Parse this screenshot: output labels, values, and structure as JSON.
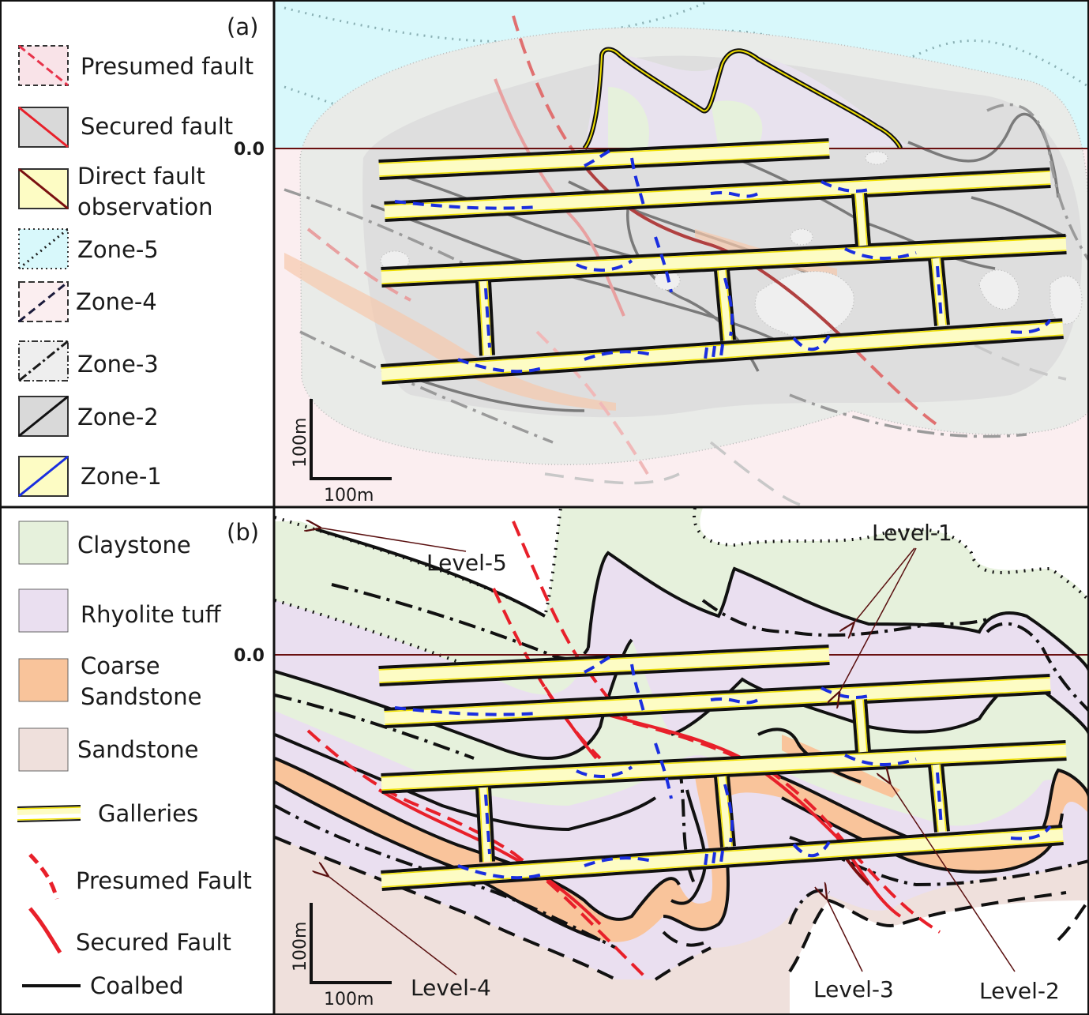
{
  "panel_a": {
    "tag": "(a)",
    "zero_label": "0.0",
    "scale_v": "100m",
    "scale_h": "100m",
    "legend": [
      {
        "key": "presumed-fault",
        "label": "Presumed fault",
        "fill": "#f9e3e8",
        "line": "#e8324a"
      },
      {
        "key": "secured-fault",
        "label": "Secured fault",
        "fill": "#d9d9d9",
        "line": "#e8202a"
      },
      {
        "key": "direct-fault",
        "label_line1": "Direct fault",
        "label_line2": "observation",
        "fill": "#fdfcc4",
        "line": "#7a1010"
      },
      {
        "key": "zone-5",
        "label": "Zone-5",
        "fill": "#d8f8fb",
        "line": "#1a1a1a"
      },
      {
        "key": "zone-4",
        "label": "Zone-4",
        "fill": "#fbeef0",
        "line": "#1a1a3a"
      },
      {
        "key": "zone-3",
        "label": "Zone-3",
        "fill": "#eeeeee",
        "line": "#1a1a1a"
      },
      {
        "key": "zone-2",
        "label": "Zone-2",
        "fill": "#d9d9d9",
        "line": "#111111"
      },
      {
        "key": "zone-1",
        "label": "Zone-1",
        "fill": "#fdfcc4",
        "line": "#1a2ee0"
      }
    ]
  },
  "panel_b": {
    "tag": "(b)",
    "zero_label": "0.0",
    "scale_v": "100m",
    "scale_h": "100m",
    "legend": [
      {
        "key": "claystone",
        "label": "Claystone",
        "fill": "#e6f1dc"
      },
      {
        "key": "rhyolite-tuff",
        "label": "Rhyolite tuff",
        "fill": "#eadff0"
      },
      {
        "key": "coarse-sandstone",
        "label_line1": "Coarse",
        "label_line2": "Sandstone",
        "fill": "#f9c49b"
      },
      {
        "key": "sandstone",
        "label": "Sandstone",
        "fill": "#efe0dc"
      },
      {
        "key": "galleries",
        "label": "Galleries"
      },
      {
        "key": "presumed-fault",
        "label": "Presumed Fault"
      },
      {
        "key": "secured-fault",
        "label": "Secured Fault"
      },
      {
        "key": "coalbed",
        "label": "Coalbed"
      }
    ],
    "annotations": {
      "level1": "Level-1",
      "level2": "Level-2",
      "level3": "Level-3",
      "level4": "Level-4",
      "level5": "Level-5"
    }
  },
  "colors": {
    "gallery_fill": "#fdfcc4",
    "gallery_edge": "#f0e000",
    "coal_dash": "#1a2ee0",
    "fault_red": "#e8202a",
    "fault_dark": "#7a1010",
    "zero_line": "#6a1010"
  }
}
